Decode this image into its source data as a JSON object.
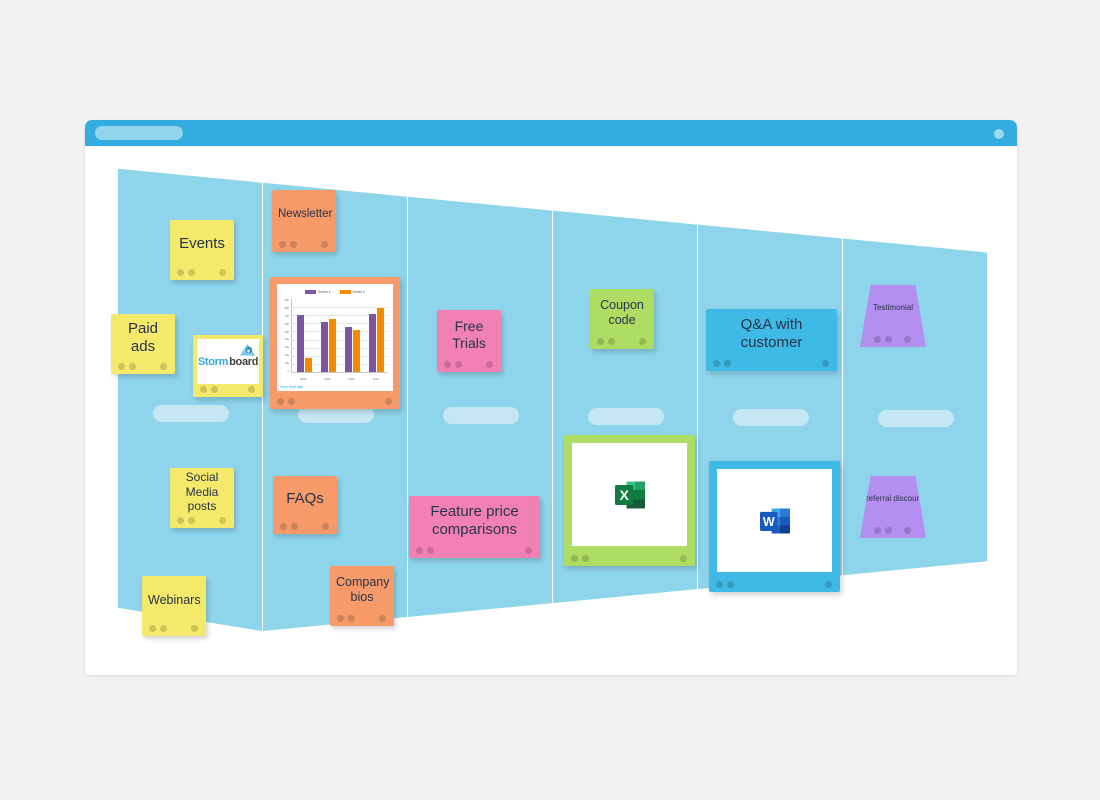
{
  "window": {
    "title_pill": "",
    "titlebar_color": "#33ade0",
    "menu_dot": "window-dot"
  },
  "board": {
    "background": "#ffffff",
    "column_color": "#8ed4ea",
    "placeholder_color": "#c5e6f3",
    "columns": [
      {
        "id": "column-1",
        "placeholder": ""
      },
      {
        "id": "column-2",
        "placeholder": ""
      },
      {
        "id": "column-3",
        "placeholder": ""
      },
      {
        "id": "column-4",
        "placeholder": ""
      },
      {
        "id": "column-5",
        "placeholder": ""
      },
      {
        "id": "column-6",
        "placeholder": ""
      }
    ],
    "stickies": [
      {
        "id": "sticky-events",
        "label": "Events",
        "color": "#f5e96b",
        "column": 1
      },
      {
        "id": "sticky-paid-ads",
        "label": "Paid ads",
        "color": "#f5e96b",
        "column": 1
      },
      {
        "id": "sticky-social-media",
        "label": "Social Media posts",
        "color": "#f5e96b",
        "column": 1
      },
      {
        "id": "sticky-webinars",
        "label": "Webinars",
        "color": "#f5e96b",
        "column": 1
      },
      {
        "id": "sticky-newsletter",
        "label": "Newsletter",
        "color": "#f79a6a",
        "column": 2
      },
      {
        "id": "sticky-faqs",
        "label": "FAQs",
        "color": "#f79a6a",
        "column": 2
      },
      {
        "id": "sticky-company-bios",
        "label": "Company bios",
        "color": "#f79a6a",
        "column": 2
      },
      {
        "id": "sticky-free-trials",
        "label": "Free Trials",
        "color": "#f180b5",
        "column": 3
      },
      {
        "id": "sticky-feature-price",
        "label": "Feature price comparisons",
        "color": "#f180b5",
        "column": 3
      },
      {
        "id": "sticky-coupon-code",
        "label": "Coupon code",
        "color": "#aedd63",
        "column": 4
      },
      {
        "id": "sticky-qa-customer",
        "label": "Q&A with customer",
        "color": "#3fb9e5",
        "column": 5
      },
      {
        "id": "sticky-testimonial",
        "label": "Testimonial",
        "color": "#b48ef0",
        "column": 6
      },
      {
        "id": "sticky-referral-discount",
        "label": "Referral discount",
        "color": "#b48ef0",
        "column": 6
      }
    ],
    "attachments": [
      {
        "id": "card-stormboard-logo",
        "frame_color": "#f5e96b",
        "icon": "stormboard-logo",
        "column": 1
      },
      {
        "id": "card-bar-chart",
        "frame_color": "#f79a6a",
        "icon": "bar-chart",
        "column": 2
      },
      {
        "id": "card-excel-file",
        "frame_color": "#aedd63",
        "icon": "excel-icon",
        "column": 4
      },
      {
        "id": "card-word-file",
        "frame_color": "#3fb9e5",
        "icon": "word-icon",
        "column": 5
      }
    ]
  },
  "logo": {
    "stormboard_part1": "Storm",
    "stormboard_part2": "board",
    "excel_letter": "X",
    "word_letter": "W"
  },
  "chart_data": {
    "type": "bar",
    "title": "",
    "xlabel": "",
    "ylabel": "",
    "categories": [
      "2004",
      "2005",
      "2006",
      "2007"
    ],
    "series": [
      {
        "name": "Series 1",
        "color": "#8055a0",
        "values": [
          700,
          620,
          560,
          720
        ]
      },
      {
        "name": "Series 2",
        "color": "#f28b00",
        "values": [
          170,
          660,
          520,
          790
        ]
      }
    ],
    "ylim": [
      0,
      900
    ],
    "yticks": [
      "900",
      "800",
      "700",
      "600",
      "500",
      "400",
      "300",
      "200",
      "100",
      "0"
    ],
    "grid": true,
    "legend_position": "top",
    "source_link": "Show chart data"
  }
}
